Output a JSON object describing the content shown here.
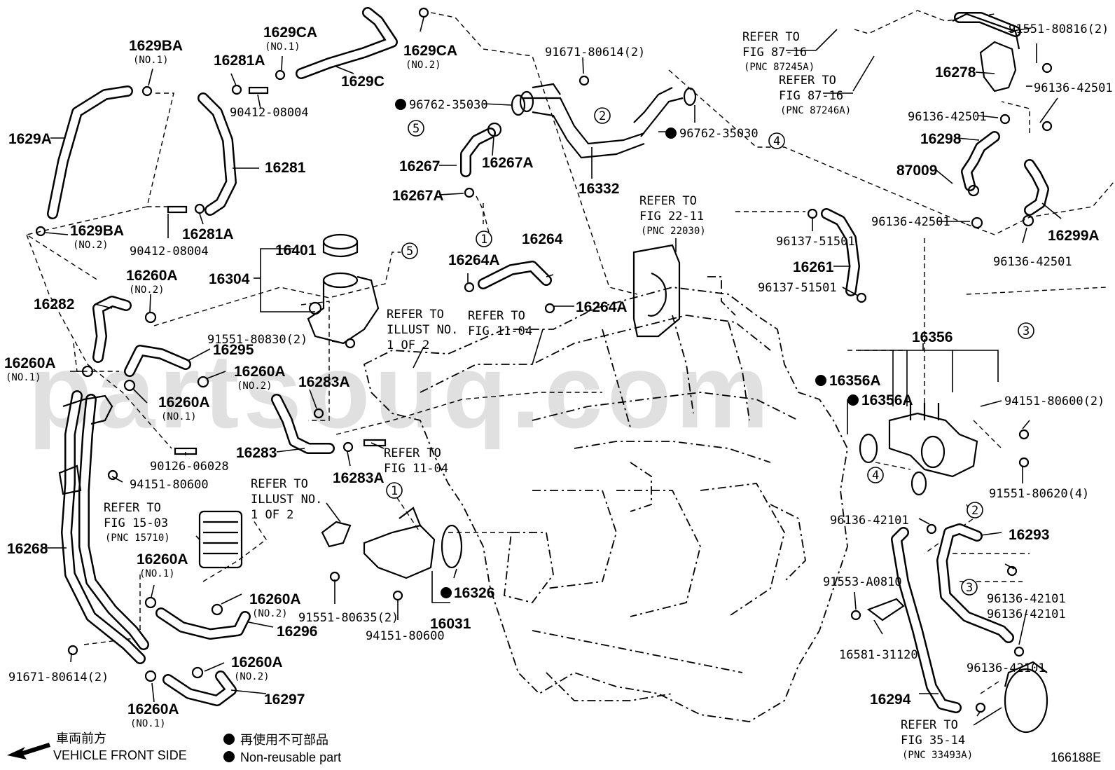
{
  "diagram": {
    "figure_code": "166188E",
    "watermark": "partsouq.com",
    "legend": {
      "arrow_label_jp": "車両前方",
      "arrow_label_en": "VEHICLE FRONT SIDE",
      "nonreusable_jp": "再使用不可部品",
      "nonreusable_en": "Non-reusable part"
    },
    "callout_numbers": [
      "1",
      "2",
      "3",
      "4",
      "5"
    ]
  },
  "labels": {
    "l1629BA_a": "1629BA",
    "l1629BA_a_sub": "(NO.1)",
    "l1629BA_b": "1629BA",
    "l1629BA_b_sub": "(NO.2)",
    "l1629A": "1629A",
    "l1629CA_a": "1629CA",
    "l1629CA_a_sub": "(NO.1)",
    "l1629CA_b": "1629CA",
    "l1629CA_b_sub": "(NO.2)",
    "l1629C": "1629C",
    "l16281A_a": "16281A",
    "l16281A_b": "16281A",
    "l90412_a": "90412-08004",
    "l90412_b": "90412-08004",
    "l16281": "16281",
    "l16282": "16282",
    "l16260A_1": "16260A",
    "l16260A_1_sub": "(NO.2)",
    "l16260A_2": "16260A",
    "l16260A_2_sub": "(NO.1)",
    "l16260A_3": "16260A",
    "l16260A_3_sub": "(NO.2)",
    "l16260A_4": "16260A",
    "l16260A_4_sub": "(NO.1)",
    "l16260A_5": "16260A",
    "l16260A_5_sub": "(NO.1)",
    "l16260A_6": "16260A",
    "l16260A_6_sub": "(NO.2)",
    "l16260A_7": "16260A",
    "l16260A_7_sub": "(NO.2)",
    "l16260A_8": "16260A",
    "l16260A_8_sub": "(NO.1)",
    "l16295": "16295",
    "l16283": "16283",
    "l16283A_a": "16283A",
    "l16283A_b": "16283A",
    "l90126": "90126-06028",
    "l94151_80600_a": "94151-80600",
    "l16268": "16268",
    "l91671_80614_b": "91671-80614(2)",
    "l16296": "16296",
    "l16297": "16297",
    "l16401": "16401",
    "l16304": "16304",
    "l91551_80830": "91551-80830(2)",
    "l16264A_a": "16264A",
    "l16264A_b": "16264A",
    "l16264": "16264",
    "l16267": "16267",
    "l16267A_a": "16267A",
    "l16267A_b": "16267A",
    "l96762_a": "96762-35030",
    "l96762_b": "96762-35030",
    "l91671_80614_a": "91671-80614(2)",
    "l16332": "16332",
    "l91551_80635": "91551-80635(2)",
    "l94151_80600_b": "94151-80600",
    "l16031": "16031",
    "l16326": "16326",
    "l96137_a": "96137-51501",
    "l96137_b": "96137-51501",
    "l16261": "16261",
    "l16356": "16356",
    "l16356A_a": "16356A",
    "l16356A_b": "16356A",
    "l94151_80600_c": "94151-80600(2)",
    "l91551_80620": "91551-80620(4)",
    "l91551_80816": "91551-80816(2)",
    "l16278": "16278",
    "l96136_42501_a": "96136-42501",
    "l96136_42501_b": "96136-42501",
    "l96136_42501_c": "96136-42501",
    "l96136_42501_d": "96136-42501",
    "l16298": "16298",
    "l87009": "87009",
    "l16299A": "16299A",
    "l96136_42101_a": "96136-42101",
    "l96136_42101_b": "96136-42101",
    "l96136_42101_c": "96136-42101",
    "l96136_42101_d": "96136-42101",
    "l16293": "16293",
    "l91553": "91553-A0810",
    "l16581": "16581-31120",
    "l16294": "16294"
  },
  "references": {
    "r87_16_a": [
      "REFER TO",
      "FIG 87-16",
      "(PNC 87245A)"
    ],
    "r87_16_b": [
      "REFER TO",
      "FIG 87-16",
      "(PNC 87246A)"
    ],
    "r22_11": [
      "REFER TO",
      "FIG 22-11",
      "(PNC 22030)"
    ],
    "r_illust_a": [
      "REFER TO",
      "ILLUST NO.",
      "1 OF 2"
    ],
    "r11_04_a": [
      "REFER TO",
      "FIG 11-04"
    ],
    "r11_04_b": [
      "REFER TO",
      "FIG 11-04"
    ],
    "r15_03": [
      "REFER TO",
      "FIG 15-03",
      "(PNC 15710)"
    ],
    "r_illust_b": [
      "REFER TO",
      "ILLUST NO.",
      "1 OF 2"
    ],
    "r35_14": [
      "REFER TO",
      "FIG 35-14",
      "(PNC 33493A)"
    ]
  }
}
